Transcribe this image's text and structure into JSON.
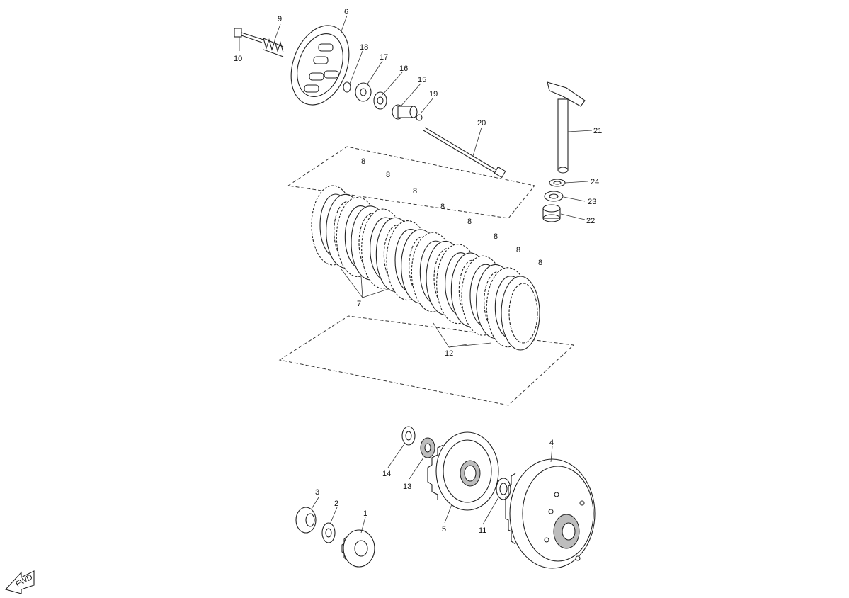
{
  "diagram": {
    "labels": [
      "1",
      "2",
      "3",
      "4",
      "5",
      "6",
      "7",
      "8",
      "9",
      "10",
      "11",
      "12",
      "13",
      "14",
      "15",
      "16",
      "17",
      "18",
      "19",
      "20",
      "21",
      "22",
      "23",
      "24"
    ],
    "fwd_label": "FWD"
  }
}
